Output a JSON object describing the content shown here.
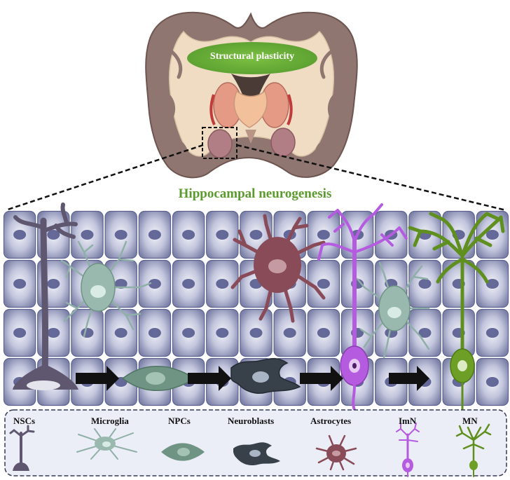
{
  "brain": {
    "plasticity_label": "Structural plasticity"
  },
  "section_title": "Hippocampal neurogenesis",
  "legend": {
    "nscs": "NSCs",
    "microglia": "Microglia",
    "npcs": "NPCs",
    "neuroblasts": "Neuroblasts",
    "astrocytes": "Astrocytes",
    "imn": "ImN",
    "mn": "MN"
  },
  "colors": {
    "title_green": "#5b9a2c",
    "plasticity_green": "#6eb43f",
    "nsc": "#5f5670",
    "microglia": "#8fb0a6",
    "npc": "#6f9484",
    "neuroblast": "#38404a",
    "astrocyte": "#8a4b58",
    "imn": "#b55be0",
    "mn": "#5f8f1e"
  }
}
